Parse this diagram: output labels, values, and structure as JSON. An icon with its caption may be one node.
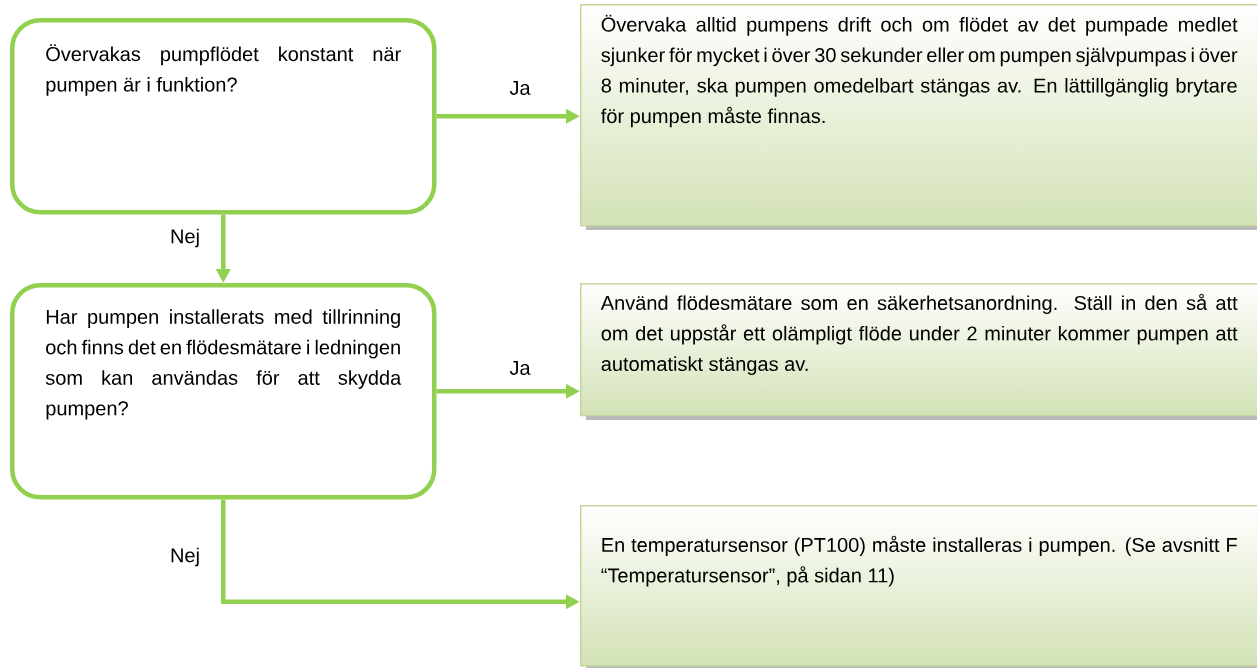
{
  "diagram": {
    "nodes": [
      {
        "text": [
          "Övervakas pumpflödet konstant när pumpen är i funktion?"
        ]
      },
      {
        "text": [
          "Övervaka alltid pumpens drift och om flödet av det pumpade medlet sjunker för mycket i över 30 sekunder eller om pumpen självpumpas i över 8 minuter, ska pumpen omedelbart stängas av. En lättillgänglig brytare för pumpen måste finnas."
        ]
      },
      {
        "text": [
          "Har pumpen installerats med tillrinning och finns det en flödesmätare i ledningen som kan användas för att skydda pumpen?"
        ]
      },
      {
        "text": [
          "Använd flödesmätare som en säkerhetsanordning. Ställ in den så att om det uppstår ett olämpligt flöde under 2 minuter kommer pumpen att automatiskt stängas av."
        ]
      },
      {
        "text": [
          "En temperatursensor (PT100) måste installeras i pumpen. (Se avsnitt F “Temperatursensor”, på sidan 11)"
        ]
      }
    ],
    "edges": [
      {
        "from": 0,
        "to": 1,
        "arrow": "to",
        "label": "Ja"
      },
      {
        "from": 0,
        "to": 2,
        "arrow": "to",
        "label": "Nej"
      },
      {
        "from": 2,
        "to": 3,
        "arrow": "to",
        "label": "Ja"
      },
      {
        "from": 2,
        "to": 4,
        "arrow": "to",
        "label": "Nej"
      }
    ]
  }
}
